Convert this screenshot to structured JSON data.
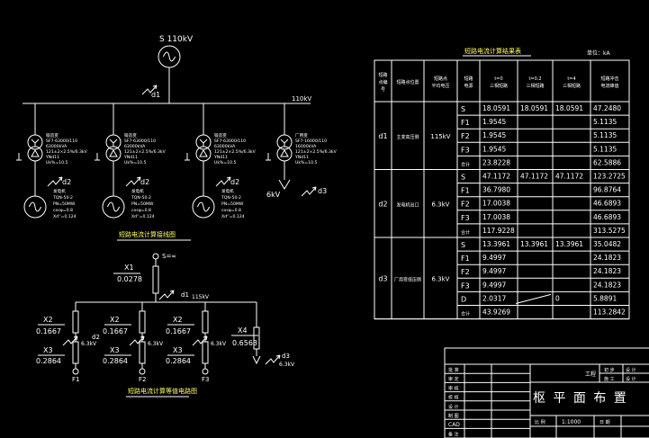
{
  "colors": {
    "background": "#000000",
    "line": "#ffffff",
    "text": "#ffffff",
    "title_text": "#ffff66"
  },
  "diagram": {
    "source_label": "S 110kV",
    "bus_label": "110kV",
    "fault_points": {
      "d1": "d1",
      "d2": "d2",
      "d3": "d3"
    },
    "transformers": [
      {
        "name": "锻造变",
        "model": "SF7-63000/110",
        "capacity": "63000kVA",
        "ratio": "121±2×2.5%/6.3kV",
        "group": "YNd11",
        "uk": "Uk%=10.5"
      },
      {
        "name": "锻造变",
        "model": "SF7-63000/110",
        "capacity": "63000kVA",
        "ratio": "121±2×2.5%/6.3kV",
        "group": "YNd11",
        "uk": "Uk%=10.5"
      },
      {
        "name": "锻造变",
        "model": "SF7-63000/110",
        "capacity": "63000kVA",
        "ratio": "121±2×2.5%/6.3kV",
        "group": "YNd11",
        "uk": "Uk%=10.5"
      },
      {
        "name": "厂用变",
        "model": "SF7-16000/110",
        "capacity": "16000kVA",
        "ratio": "121±2×2.5%/6.3kV",
        "group": "YNd11",
        "uk": "Uk%=10.5"
      }
    ],
    "generators": [
      {
        "name": "发电机",
        "model": "TQN-50-2",
        "p": "PN=50MW",
        "cos": "cosφ=0.8",
        "xd": "Xd''=0.124"
      },
      {
        "name": "发电机",
        "model": "TQN-50-2",
        "p": "PN=50MW",
        "cos": "cosφ=0.8",
        "xd": "Xd''=0.124"
      },
      {
        "name": "发电机",
        "model": "TQN-50-2",
        "p": "PN=50MW",
        "cos": "cosφ=0.8",
        "xd": "Xd''=0.124"
      }
    ],
    "local_load_label": "6kV",
    "top_caption": "短路电流计算接线图",
    "bottom_caption": "短路电流计算等值电路图"
  },
  "equivalent": {
    "source": "S=∞",
    "x1": {
      "name": "X1",
      "value": "0.0278"
    },
    "bus": "115kV",
    "branches": [
      {
        "xa": "X2",
        "va": "0.1667",
        "xb": "X3",
        "vb": "0.2864",
        "kv": "6.3kV",
        "d": "d2",
        "f": "F1"
      },
      {
        "xa": "X2",
        "va": "0.1667",
        "xb": "X3",
        "vb": "0.2864",
        "kv": "6.3kV",
        "d": "",
        "f": "F2"
      },
      {
        "xa": "X2",
        "va": "0.1667",
        "xb": "X3",
        "vb": "0.2864",
        "kv": "6.3kV",
        "d": "",
        "f": "F3"
      }
    ],
    "x4": {
      "name": "X4",
      "value": "0.6563",
      "kv": "6.3kV",
      "d": "d3"
    }
  },
  "table": {
    "title": "短路电流计算结果表",
    "unit": "单位：kA",
    "headers": [
      "短路点编号",
      "短路点位置",
      "短路点平均电压",
      "短路电源",
      "t=0 三相短路",
      "t=0.2 三相短路",
      "t=4 三相短路",
      "短路冲击电流峰值"
    ],
    "groups": [
      {
        "point": "d1",
        "location": "主变高压侧",
        "voltage": "115kV",
        "rows": [
          [
            "S",
            "18.0591",
            "18.0591",
            "18.0591",
            "47.2480"
          ],
          [
            "F1",
            "1.9545",
            "",
            "",
            "5.1135"
          ],
          [
            "F2",
            "1.9545",
            "",
            "",
            "5.1135"
          ],
          [
            "F3",
            "1.9545",
            "",
            "",
            "5.1135"
          ],
          [
            "合计",
            "23.8228",
            "",
            "",
            "62.5886"
          ]
        ]
      },
      {
        "point": "d2",
        "location": "发电机出口",
        "voltage": "6.3kV",
        "rows": [
          [
            "S",
            "47.1172",
            "47.1172",
            "47.1172",
            "123.2725"
          ],
          [
            "F1",
            "36.7980",
            "",
            "",
            "96.8764"
          ],
          [
            "F2",
            "17.0038",
            "",
            "",
            "46.6893"
          ],
          [
            "F3",
            "17.0038",
            "",
            "",
            "46.6893"
          ],
          [
            "合计",
            "117.9228",
            "",
            "",
            "313.5275"
          ]
        ]
      },
      {
        "point": "d3",
        "location": "厂用变低压侧",
        "voltage": "6.3kV",
        "rows": [
          [
            "S",
            "13.3961",
            "13.3961",
            "13.3961",
            "35.0482"
          ],
          [
            "F1",
            "9.4997",
            "",
            "",
            "24.1823"
          ],
          [
            "F2",
            "9.4997",
            "",
            "",
            "24.1823"
          ],
          [
            "F3",
            "9.4997",
            "",
            "",
            "24.1823"
          ],
          [
            "D",
            "2.0317",
            "",
            "0",
            "5.8891"
          ],
          [
            "合计",
            "43.9269",
            "",
            "",
            "113.2842"
          ]
        ]
      }
    ]
  },
  "title_block": {
    "left_labels": [
      "批 准",
      "审 定",
      "审 核",
      "校 核",
      "设 计",
      "制 图",
      "CAD",
      "备 注"
    ],
    "project": "工程",
    "stage_labels": [
      "初 步",
      "施 工"
    ],
    "drawing_title": "枢 平 面 布 置",
    "scale_label": "比 例",
    "scale_value": "1:1000",
    "date_label": "日 期"
  }
}
